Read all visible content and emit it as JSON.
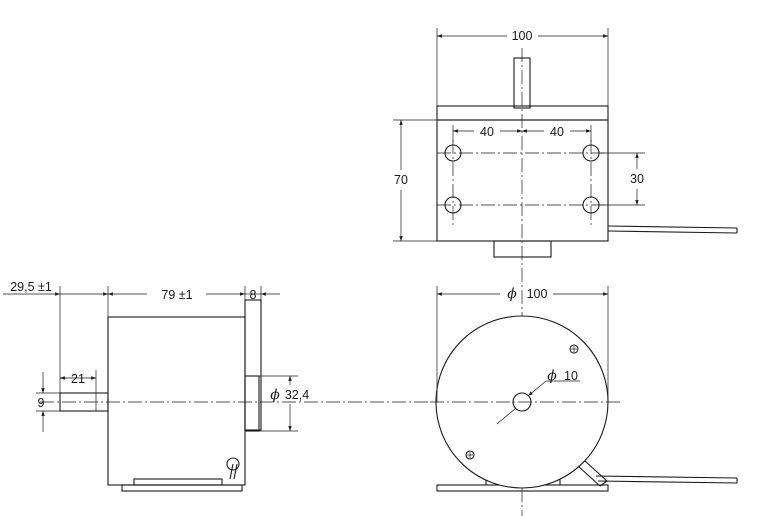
{
  "dimensions": {
    "top_width": "100",
    "top_left_hole_spacing": "40",
    "top_right_hole_spacing": "40",
    "top_height": "70",
    "top_vertical_hole_spacing": "30",
    "front_diameter": "100",
    "front_diameter_symbol": "ϕ",
    "shaft_diameter": "10",
    "shaft_diameter_symbol": "ϕ",
    "side_shaft_length": "29,5 ±1",
    "side_body_length": "79 ±1",
    "side_flange": "8",
    "side_shaft_flat": "21",
    "side_shaft_dim": "9",
    "side_hub_diameter": "32,4",
    "side_hub_symbol": "ϕ"
  }
}
